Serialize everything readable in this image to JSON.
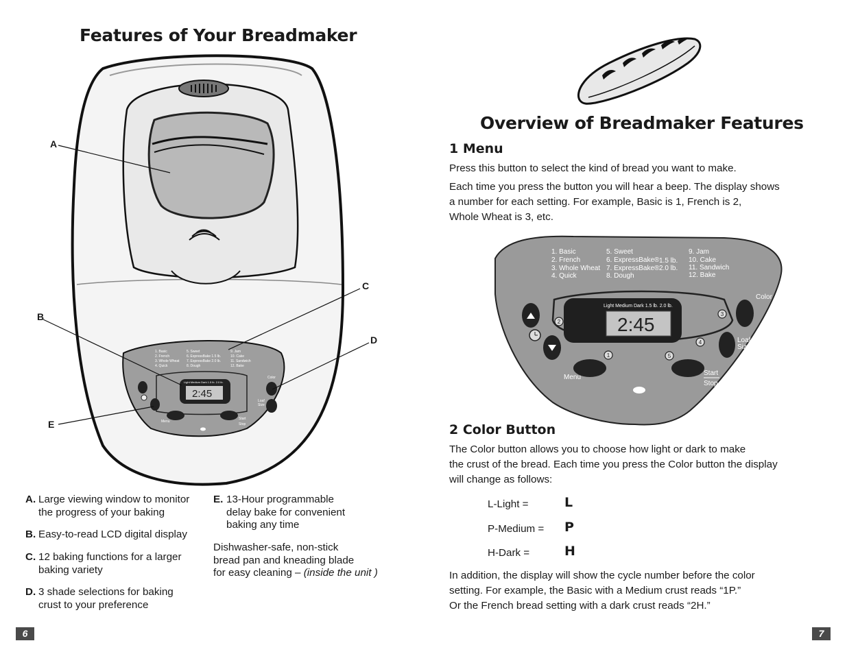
{
  "left_page": {
    "title": "Features of Your Breadmaker",
    "callouts": {
      "a": "A",
      "b": "B",
      "c": "C",
      "d": "D",
      "e": "E"
    },
    "features": {
      "a_letter": "A.",
      "a_line1": "Large viewing window to monitor",
      "a_line2": "the progress of your baking",
      "b_letter": "B.",
      "b_line1": "Easy-to-read LCD digital display",
      "c_letter": "C.",
      "c_line1": "12 baking functions for a larger",
      "c_line2": "baking variety",
      "d_letter": "D.",
      "d_line1": "3 shade selections for baking",
      "d_line2": "crust to your preference",
      "e_letter": "E.",
      "e_line1": "13-Hour programmable",
      "e_line2": "delay bake for convenient",
      "e_line3": "baking any time"
    },
    "dishwasher": {
      "line1": "Dishwasher-safe, non-stick",
      "line2": "bread pan and kneading blade",
      "line3": "for easy cleaning –",
      "italic": "(inside the unit )"
    },
    "page_number": "6"
  },
  "right_page": {
    "title": "Overview of Breadmaker Features",
    "menu_heading": "1  Menu",
    "menu_p1": "Press this button to select the kind of bread you want to make.",
    "menu_p2_l1": "Each time you press the button you will hear a beep. The display shows",
    "menu_p2_l2": "a number for each setting. For example, Basic is 1, French is 2,",
    "menu_p2_l3": "Whole Wheat is 3, etc.",
    "color_heading": "2  Color Button",
    "color_p1_l1": "The Color button allows you to choose how light or dark to make",
    "color_p1_l2": "the crust of the bread. Each time you press the Color button the display",
    "color_p1_l3": "will change as follows:",
    "shades": [
      {
        "label": "L-Light  =",
        "code": "L"
      },
      {
        "label": "P-Medium =",
        "code": "P"
      },
      {
        "label": "H-Dark  =",
        "code": "H"
      }
    ],
    "color_p2_l1": "In addition, the display will show the cycle number before the color",
    "color_p2_l2": "setting. For example, the Basic with a Medium crust reads “1P.”",
    "color_p2_l3": "Or the French bread setting with a dark crust reads “2H.”",
    "page_number": "7"
  },
  "control_panel": {
    "col1": [
      "1. Basic",
      "2. French",
      "3. Whole Wheat",
      "4. Quick"
    ],
    "col2": [
      "5. Sweet",
      "6. ExpressBake®",
      "7. ExpressBake®",
      "8. Dough"
    ],
    "col2_sizes": [
      "1.5 lb.",
      "2.0 lb."
    ],
    "col3": [
      "9. Jam",
      "10. Cake",
      "11. Sandwich",
      "12. Bake"
    ],
    "lcd_header": "Light Medium Dark 1.5 lb.  2.0 lb.",
    "lcd_time": "2:45",
    "color_label": "Color",
    "loaf_label_1": "Loaf",
    "loaf_label_2": "Size",
    "menu_label": "Menu",
    "start_label": "Start",
    "stop_label": "Stop",
    "callout_numbers": [
      "1",
      "2",
      "3",
      "4",
      "5"
    ]
  }
}
